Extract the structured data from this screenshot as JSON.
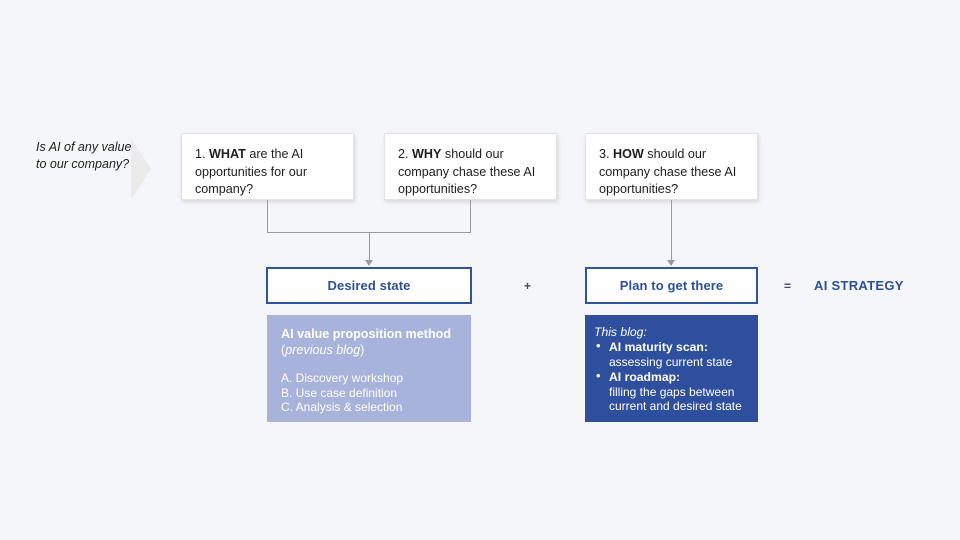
{
  "diagram": {
    "background_color": "#f5f6f9",
    "accent_blue": "#2d4f99",
    "panel_light_purple": "#a7b3da",
    "panel_dark_blue": "#2e4e9e",
    "connector_gray": "#9a9a9a"
  },
  "question": {
    "text": "Is AI of any value to our company?",
    "chevron_icon": "chevron-right-icon"
  },
  "steps": [
    {
      "number": "1.",
      "keyword": "WHAT",
      "rest": " are the AI opportunities for our company?"
    },
    {
      "number": "2.",
      "keyword": "WHY",
      "rest": " should our company chase these AI opportunities?"
    },
    {
      "number": "3.",
      "keyword": "HOW",
      "rest": " should our company chase these AI opportunities?"
    }
  ],
  "outcomes": {
    "desired_state_label": "Desired state",
    "plan_label": "Plan to get there",
    "plus_symbol": "+",
    "equals_symbol": "=",
    "strategy_label": "AI STRATEGY"
  },
  "panel_desired": {
    "title": "AI value proposition method",
    "subtitle_open": "(",
    "subtitle_italic": "previous blog",
    "subtitle_close": ")",
    "items": [
      "A. Discovery workshop",
      "B. Use case definition",
      "C. Analysis & selection"
    ]
  },
  "panel_plan": {
    "lead": "This blog:",
    "bullets": [
      {
        "title": "AI maturity scan:",
        "desc": "assessing current state"
      },
      {
        "title": "AI roadmap:",
        "desc": "filling the gaps between current and desired state"
      }
    ]
  }
}
